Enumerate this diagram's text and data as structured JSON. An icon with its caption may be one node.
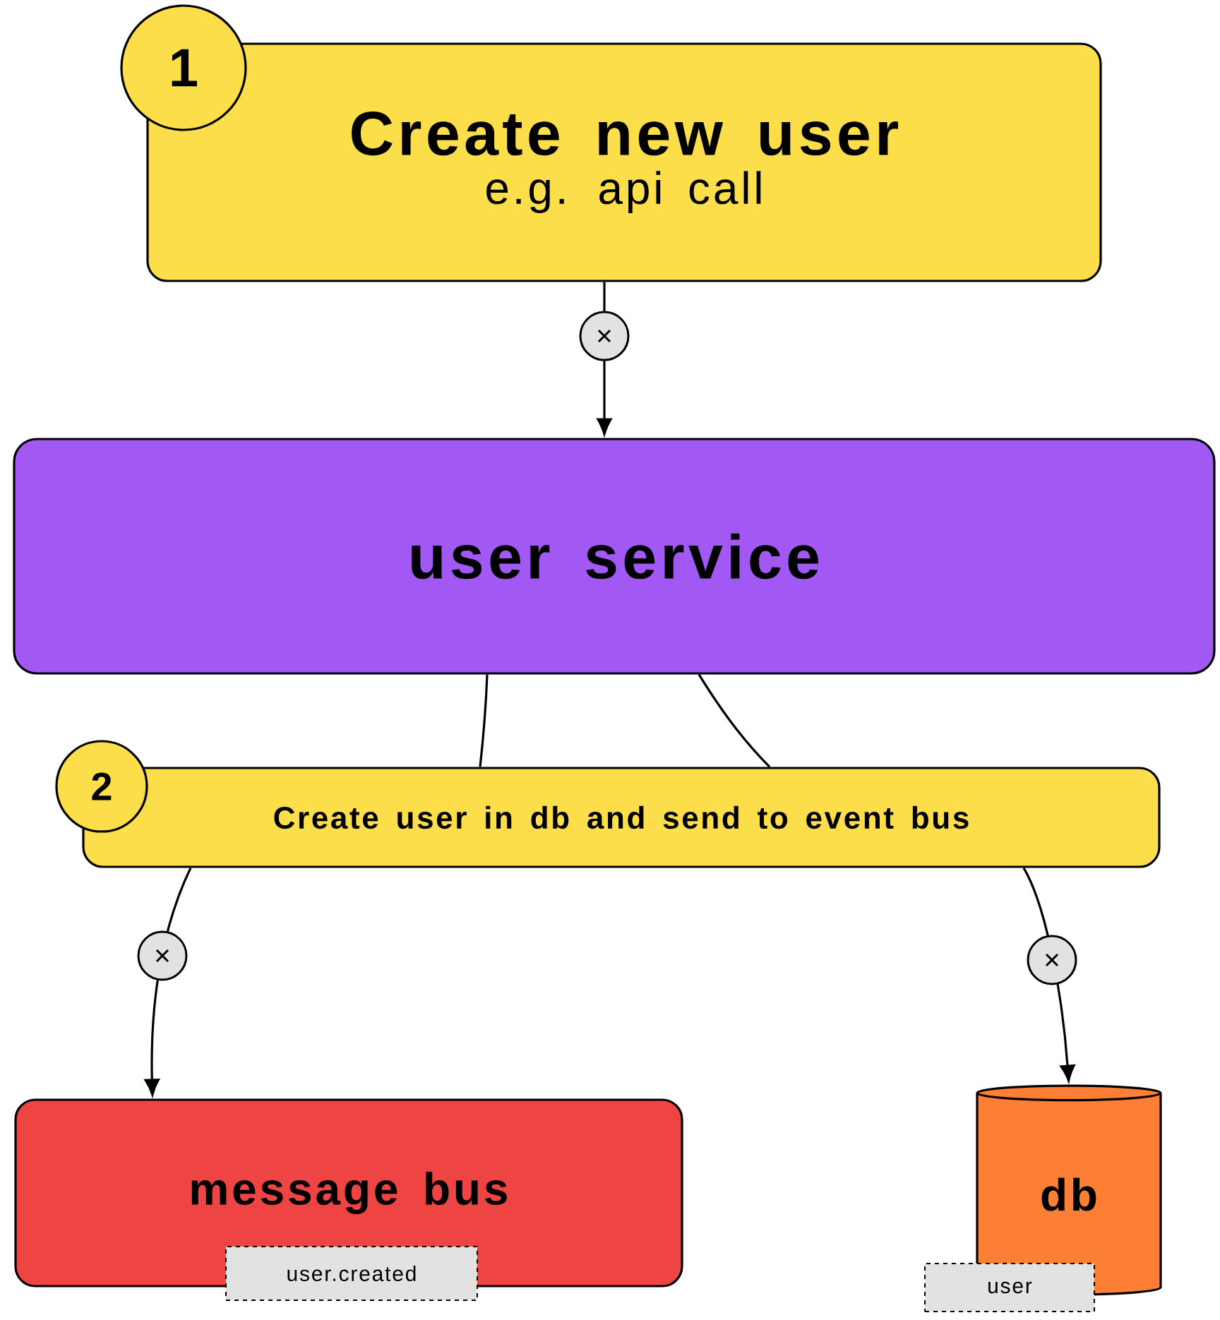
{
  "diagram": {
    "nodes": [
      {
        "text": [
          "1"
        ]
      },
      {
        "text": [
          "Create new user",
          "e.g. api call"
        ]
      },
      {
        "text": [
          "user service"
        ]
      },
      {
        "text": [
          "2"
        ]
      },
      {
        "text": [
          "Create user in db and send to event bus"
        ]
      },
      {
        "text": [
          "message bus"
        ]
      },
      {
        "text": [
          "user.created"
        ]
      },
      {
        "text": [
          "db"
        ]
      },
      {
        "text": [
          "user"
        ]
      }
    ],
    "edges": [
      {
        "from": 1,
        "to": 2,
        "arrow": "to"
      },
      {
        "from": 2,
        "to": 4,
        "arrow": "none"
      },
      {
        "from": 2,
        "to": 4,
        "arrow": "none"
      },
      {
        "from": 4,
        "to": 5,
        "arrow": "to"
      },
      {
        "from": 4,
        "to": 7,
        "arrow": "to"
      }
    ]
  }
}
